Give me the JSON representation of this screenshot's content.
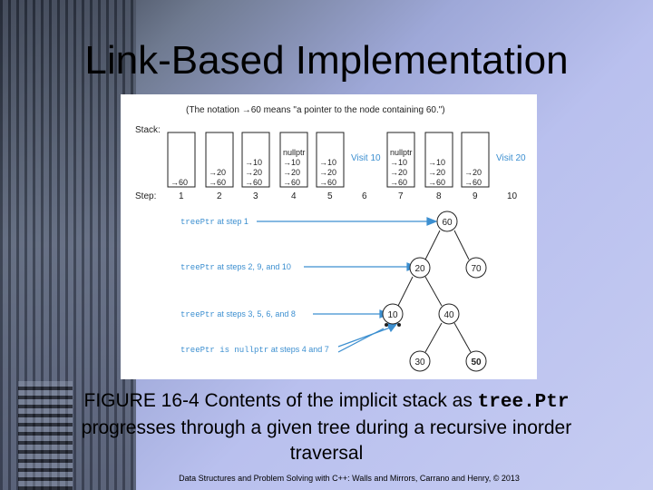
{
  "slide": {
    "title": "Link-Based Implementation",
    "caption_prefix": "FIGURE 16-4 Contents of the implicit stack as ",
    "caption_code": "tree.Ptr",
    "caption_suffix": " progresses through a given tree during a recursive inorder traversal",
    "footer": "Data Structures and Problem Solving with C++: Walls and Mirrors, Carrano and Henry, © 2013"
  },
  "figure": {
    "note": "(The notation →60 means \"a pointer to the node containing 60.\")",
    "stack_label": "Stack:",
    "step_label": "Step:",
    "steps": [
      "1",
      "2",
      "3",
      "4",
      "5",
      "6",
      "7",
      "8",
      "9",
      "10"
    ],
    "stacks": [
      {
        "items": [
          "→60"
        ]
      },
      {
        "items": [
          "→20",
          "→60"
        ]
      },
      {
        "items": [
          "→10",
          "→20",
          "→60"
        ]
      },
      {
        "items": [
          "nullptr",
          "→10",
          "→20",
          "→60"
        ]
      },
      {
        "items": [
          "→10",
          "→20",
          "→60"
        ]
      },
      {
        "visit": "Visit 10"
      },
      {
        "items": [
          "nullptr",
          "→10",
          "→20",
          "→60"
        ]
      },
      {
        "items": [
          "→10",
          "→20",
          "→60"
        ]
      },
      {
        "items": [
          "→20",
          "→60"
        ]
      },
      {
        "visit": "Visit 20"
      }
    ],
    "pointer_labels": [
      {
        "code": "treePtr",
        "text": " at step 1"
      },
      {
        "code": "treePtr",
        "text": " at steps 2, 9, and 10"
      },
      {
        "code": "treePtr",
        "text": " at steps 3, 5, 6, and 8"
      },
      {
        "code": "treePtr is nullptr",
        "text": " at steps 4 and 7"
      }
    ],
    "nodes": [
      "60",
      "20",
      "70",
      "10",
      "40",
      "30",
      "50"
    ]
  }
}
